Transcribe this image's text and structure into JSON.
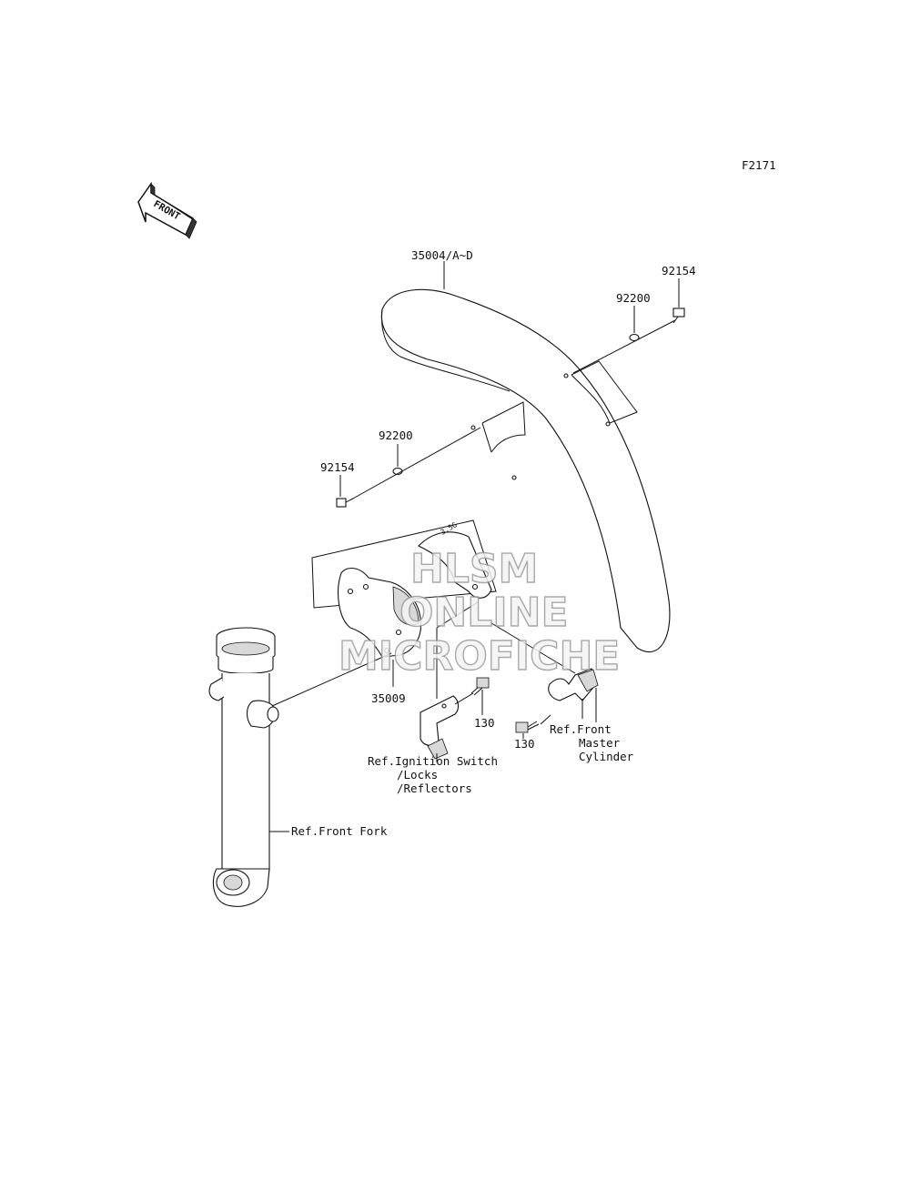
{
  "figure_code": "F2171",
  "front_arrow_label": "FRONT",
  "watermark": [
    "HLSM",
    "ONLINE",
    "MICROFICHE"
  ],
  "callouts": {
    "fender": "35004/A~D",
    "bolt_right": "92154",
    "washer_right": "92200",
    "washer_left": "92200",
    "bolt_left": "92154",
    "bracket": "35009",
    "bolt_130_a": "130",
    "bolt_130_b": "130",
    "ref_ignition": [
      "Ref.Ignition Switch",
      "/Locks",
      "/Reflectors"
    ],
    "ref_master": [
      "Ref.Front",
      "Master",
      "Cylinder"
    ],
    "ref_fork": "Ref.Front Fork"
  }
}
